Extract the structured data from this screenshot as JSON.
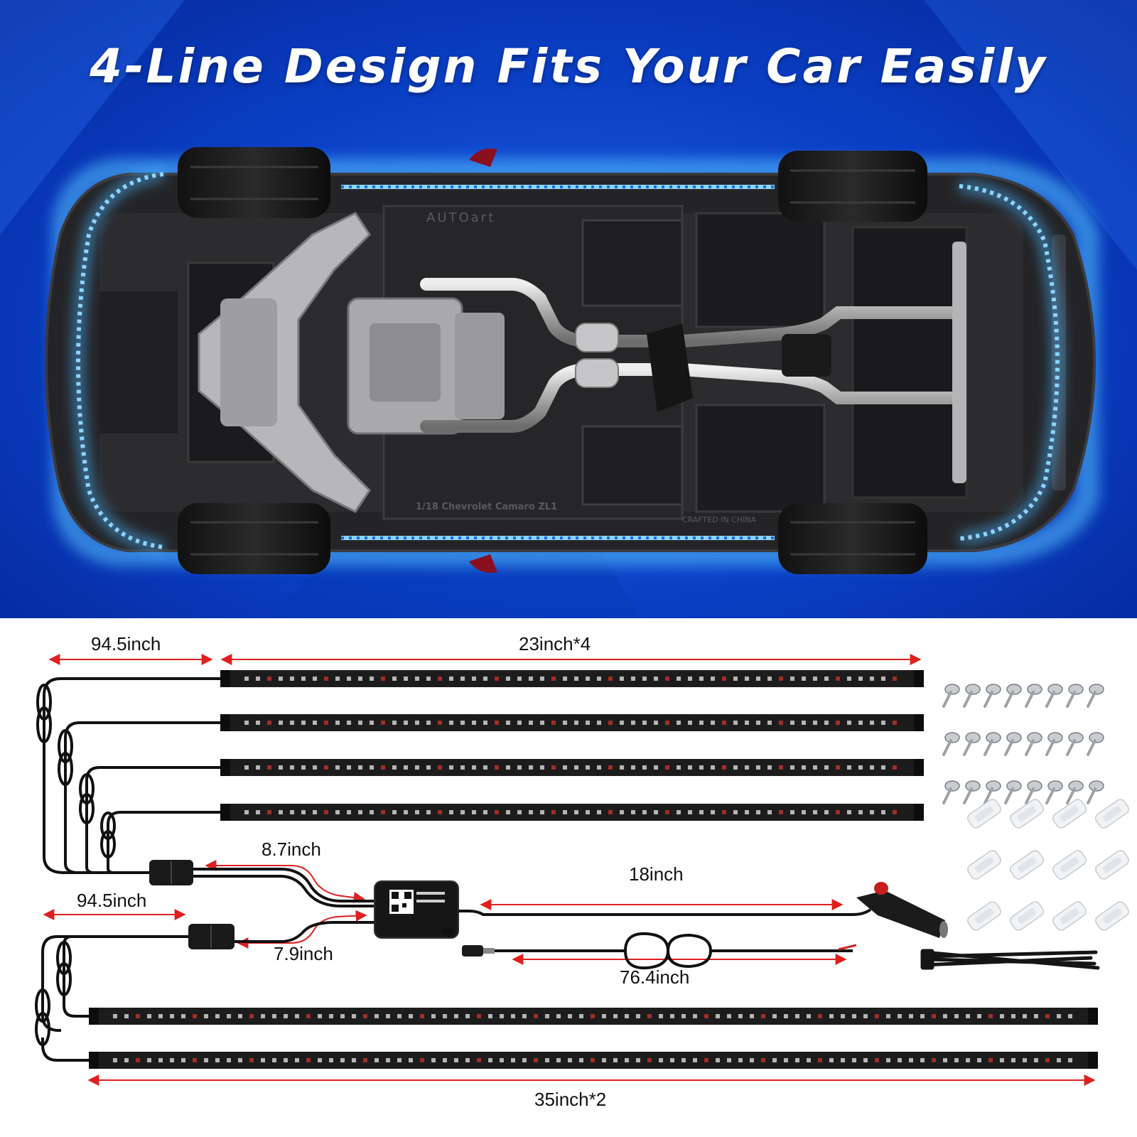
{
  "headline": "4-Line Design Fits Your Car Easily",
  "model_text": "1/18 Chevrolet Camaro ZL1",
  "brand_text": "AUTOart",
  "origin_text": "CRAFTED IN CHINA",
  "dimensions": {
    "short_cable": "94.5inch",
    "short_strip": "23inch*4",
    "splitter_top": "8.7inch",
    "power_cable": "18inch",
    "long_cable": "94.5inch",
    "splitter_bottom": "7.9inch",
    "dc_cable": "76.4inch",
    "long_strip": "35inch*2"
  },
  "colors": {
    "led_glow": "#48b4ff",
    "background": "#0a3fc4",
    "dimension_arrow": "#e02020"
  },
  "accessories": {
    "screws": 24,
    "clips": 12
  }
}
